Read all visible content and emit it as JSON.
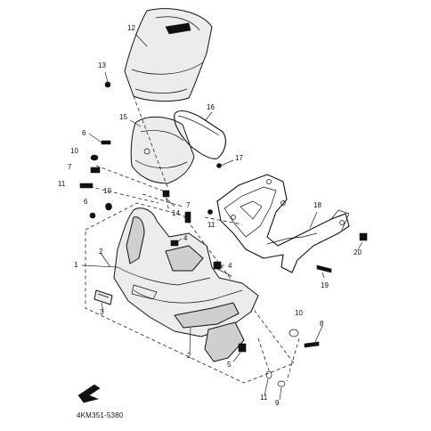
{
  "diagram": {
    "reference_code": "4KM351-5380",
    "callouts": [
      "1",
      "2",
      "2",
      "3",
      "4",
      "4",
      "5",
      "6",
      "6",
      "7",
      "7",
      "8",
      "9",
      "10",
      "10",
      "10",
      "11",
      "11",
      "11",
      "12",
      "13",
      "14",
      "15",
      "16",
      "17",
      "18",
      "19",
      "20"
    ]
  }
}
